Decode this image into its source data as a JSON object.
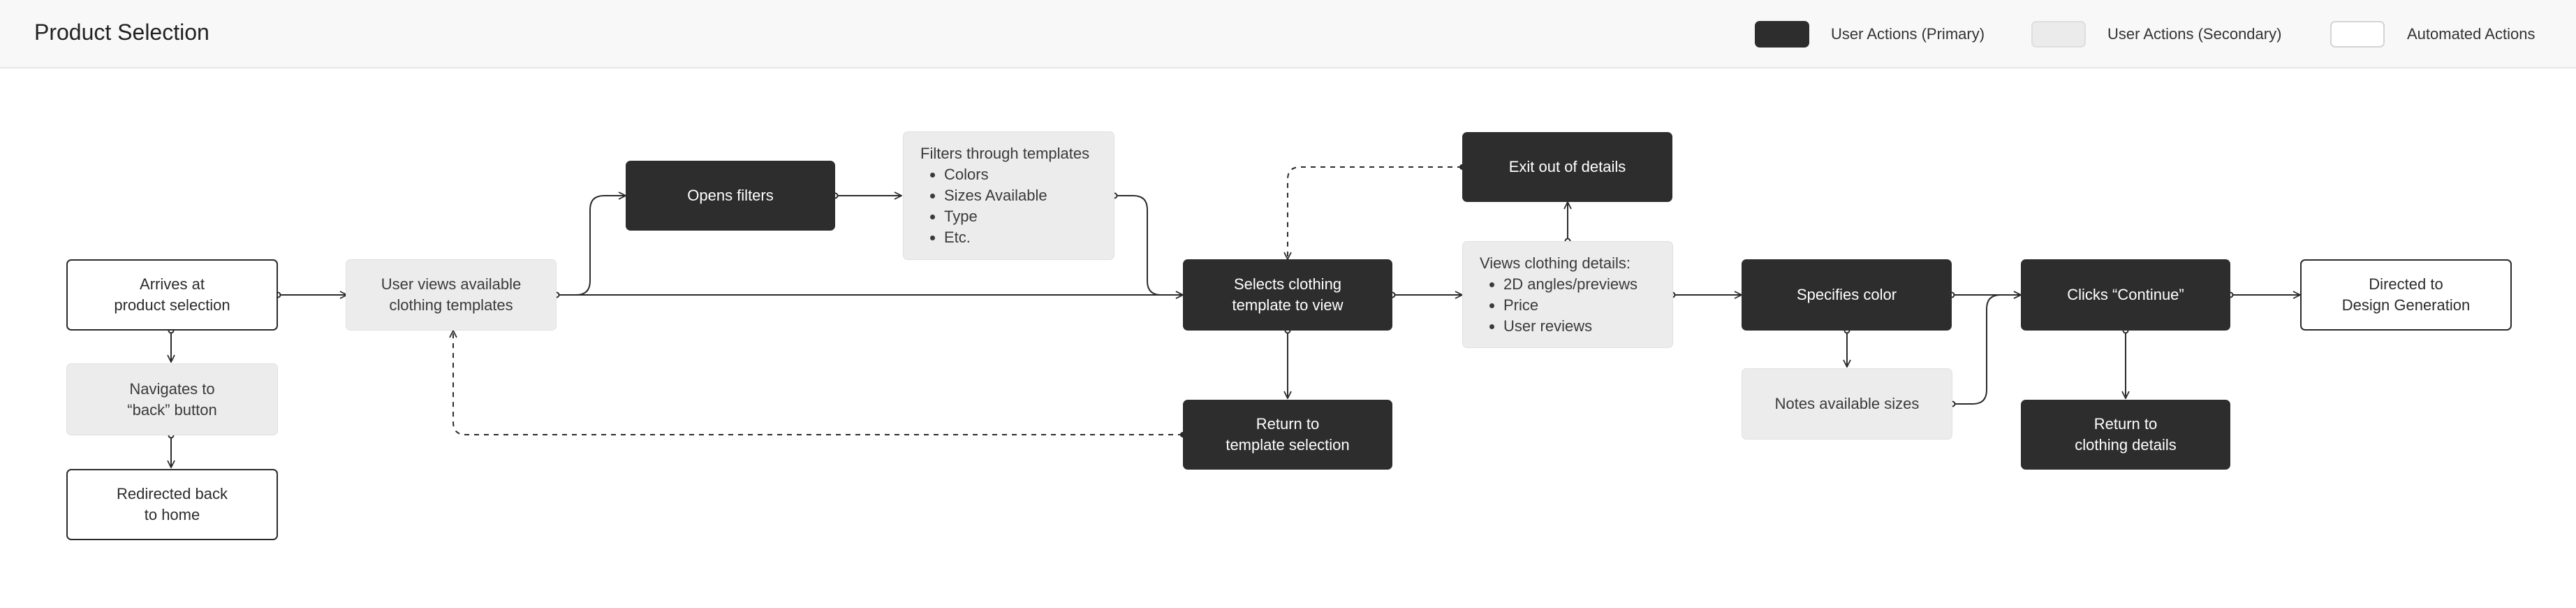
{
  "header": {
    "title": "Product Selection",
    "legend": {
      "primary": "User Actions (Primary)",
      "secondary": "User Actions (Secondary)",
      "automated": "Automated Actions"
    }
  },
  "colors": {
    "primary": "#2d2d2d",
    "secondary": "#ececec",
    "automated": "#ffffff",
    "connector": "#2b2b2b"
  },
  "nodes": {
    "arrives": "Arrives at\nproduct selection",
    "navigates_back": "Navigates to\n“back” button",
    "redirected_home": "Redirected back\nto home",
    "views_templates": "User views available\nclothing templates",
    "opens_filters": "Opens filters",
    "filters": {
      "title": "Filters through templates",
      "items": [
        "Colors",
        "Sizes Available",
        "Type",
        "Etc."
      ]
    },
    "selects_template": "Selects clothing\ntemplate to view",
    "return_template": "Return to\ntemplate selection",
    "exit_details": "Exit out of details",
    "views_details": {
      "title": "Views clothing details:",
      "items": [
        "2D angles/previews",
        "Price",
        "User reviews"
      ]
    },
    "specifies_color": "Specifies color",
    "notes_sizes": "Notes available sizes",
    "clicks_continue": "Clicks “Continue”",
    "return_details": "Return to\nclothing details",
    "directed_design": "Directed to\nDesign Generation"
  }
}
